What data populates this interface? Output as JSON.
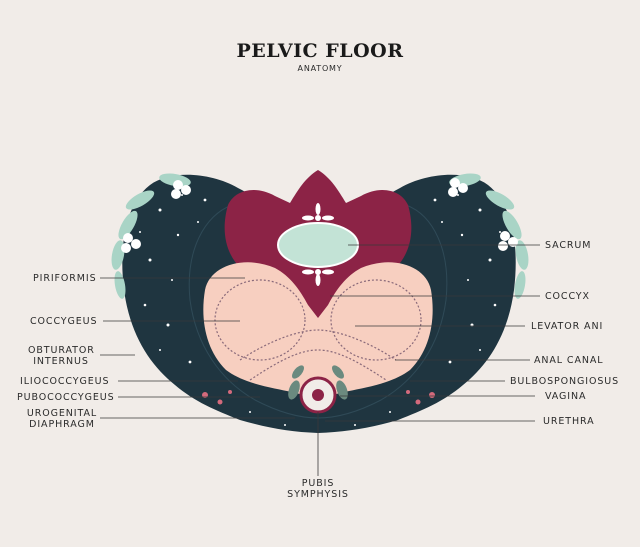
{
  "title": "PELVIC FLOOR",
  "subtitle": "ANATOMY",
  "labels": {
    "sacrum": "SACRUM",
    "coccyx": "COCCYX",
    "levator_ani": "LEVATOR ANI",
    "anal_canal": "ANAL CANAL",
    "bulbospongiosus": "BULBOSPONGIOSUS",
    "vagina": "VAGINA",
    "urethra": "URETHRA",
    "piriformis": "PIRIFORMIS",
    "coccygeus": "COCCYGEUS",
    "obturator_1": "OBTURATOR",
    "obturator_2": "INTERNUS",
    "iliococcygeus": "ILIOCOCCYGEUS",
    "pubococcygeus": "PUBOCOCCYGEUS",
    "urogenital_1": "UROGENITAL",
    "urogenital_2": "DIAPHRAGM",
    "pubis_1": "PUBIS",
    "pubis_2": "SYMPHYSIS"
  },
  "colors": {
    "background": "#f1ece8",
    "pelvis": "#1f3540",
    "sacrum": "#8c2346",
    "muscle": "#f7cfc0",
    "coccyx": "#c3e3d6",
    "leaf": "#a9d4c6"
  }
}
